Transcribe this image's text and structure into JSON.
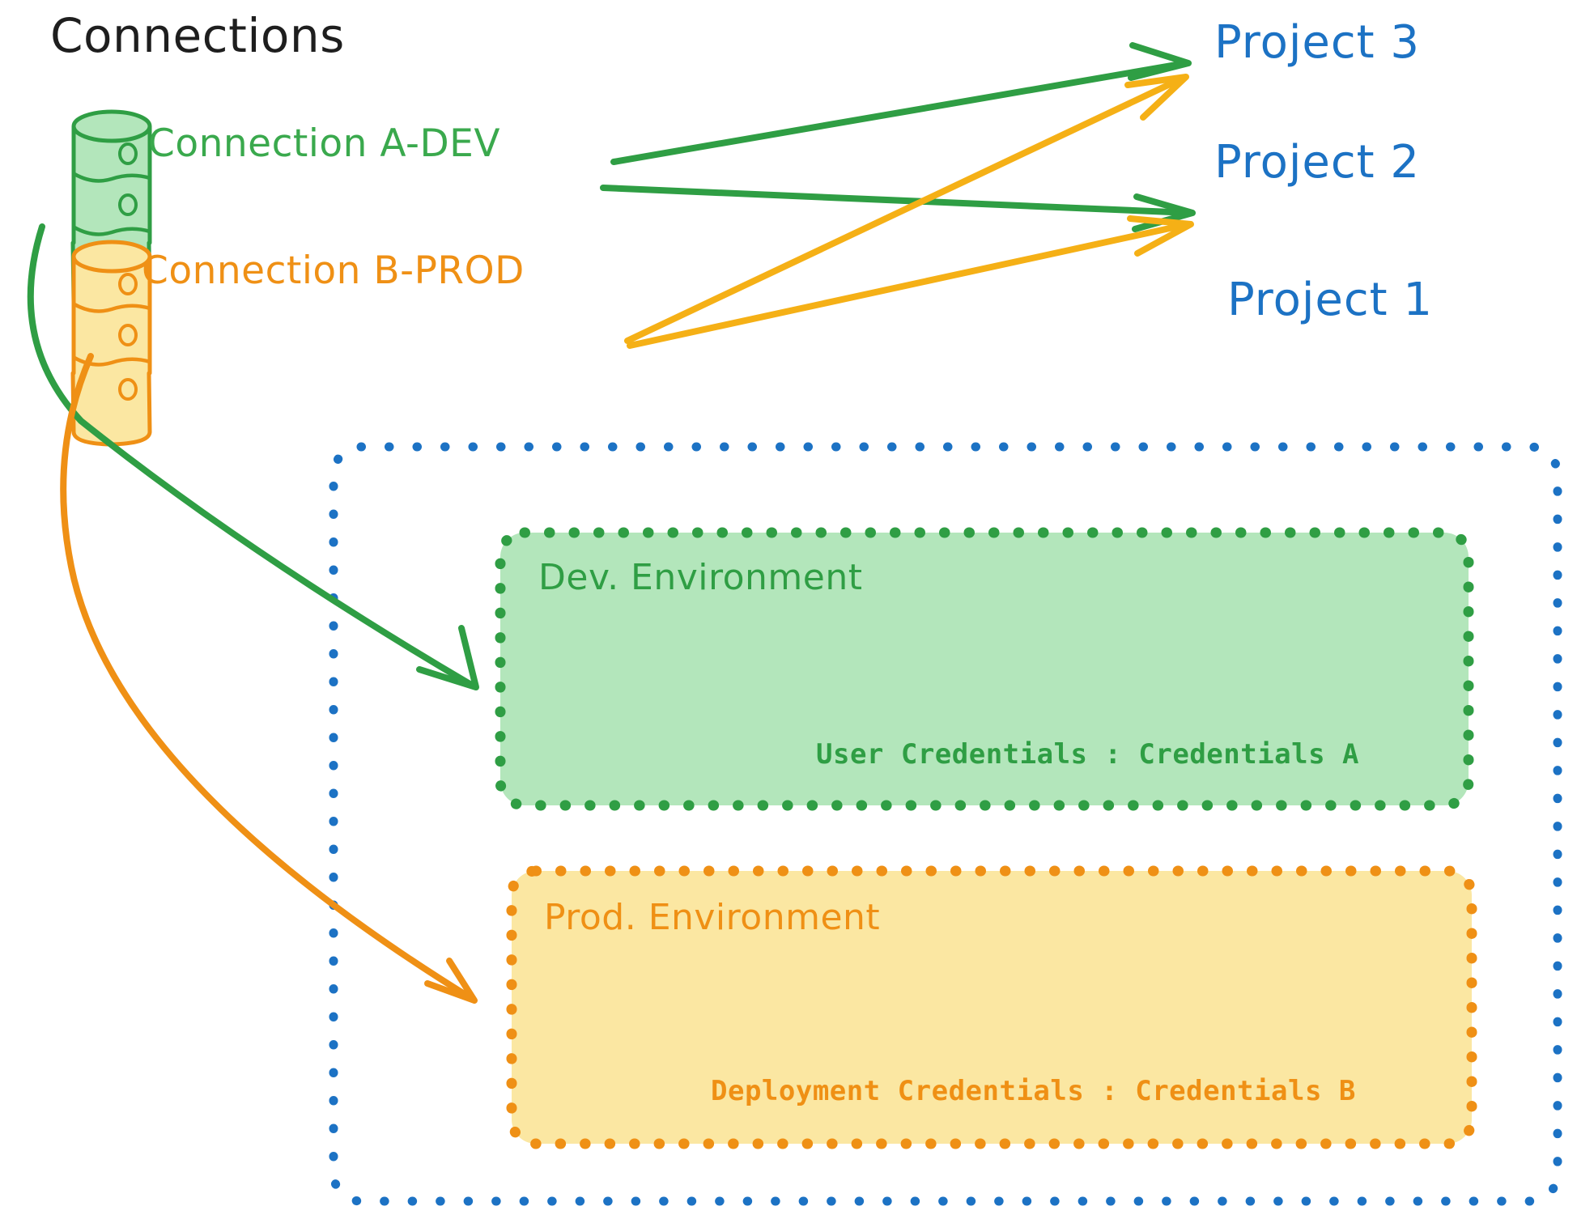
{
  "diagram": {
    "title": "Connections",
    "colors": {
      "green_stroke": "#2f9e44",
      "green_text": "#3aa94d",
      "green_fill": "#b3e6bb",
      "orange_stroke": "#ef9015",
      "orange_text": "#ef9015",
      "orange_fill": "#fbe7a2",
      "blue": "#1c72c4",
      "title_color": "#1e1e1e"
    },
    "connections": [
      {
        "id": "a-dev",
        "label": "Connection A-DEV",
        "icon": "database-icon",
        "color": "#3aa94d",
        "targets": [
          "Project 3",
          "Project 2",
          "Dev. Environment"
        ]
      },
      {
        "id": "b-prod",
        "label": "Connection B-PROD",
        "icon": "database-icon",
        "color": "#ef9015",
        "targets": [
          "Project 3",
          "Project 2",
          "Prod. Environment"
        ]
      }
    ],
    "projects": [
      {
        "id": "project-3",
        "label": "Project 3"
      },
      {
        "id": "project-2",
        "label": "Project 2"
      },
      {
        "id": "project-1",
        "label": "Project 1"
      }
    ],
    "project_1": {
      "label": "Project 1",
      "environments": [
        {
          "id": "dev-environment",
          "label": "Dev. Environment",
          "credential_label": "User Credentials",
          "credential_separator": ":",
          "credential_value": "Credentials A",
          "credential_line": "User Credentials : Credentials A",
          "color": "#2f9e44",
          "fill": "#b3e6bb"
        },
        {
          "id": "prod-environment",
          "label": "Prod. Environment",
          "credential_label": "Deployment Credentials",
          "credential_separator": ":",
          "credential_value": "Credentials B",
          "credential_line": "Deployment Credentials : Credentials B",
          "color": "#ef9015",
          "fill": "#fbe7a2"
        }
      ]
    }
  }
}
